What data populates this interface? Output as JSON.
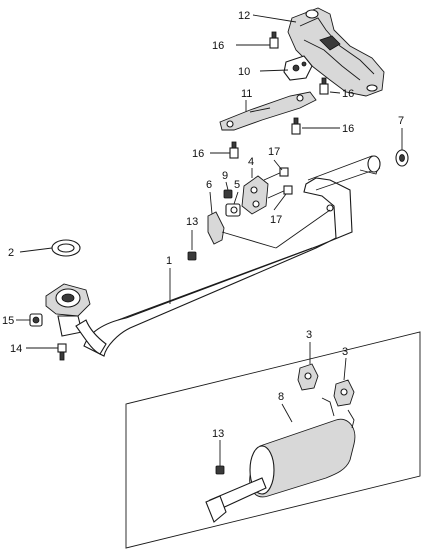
{
  "callouts": {
    "n1": "1",
    "n2": "2",
    "n3a": "3",
    "n3b": "3",
    "n4": "4",
    "n5": "5",
    "n6": "6",
    "n7": "7",
    "n8": "8",
    "n9": "9",
    "n10": "10",
    "n11": "11",
    "n12": "12",
    "n13a": "13",
    "n13b": "13",
    "n14": "14",
    "n15": "15",
    "n16a": "16",
    "n16b": "16",
    "n16c": "16",
    "n16d": "16",
    "n17a": "17",
    "n17b": "17"
  },
  "colors": {
    "line": "#1a1a1a",
    "shade": "#d8d8d8",
    "background": "#ffffff"
  }
}
